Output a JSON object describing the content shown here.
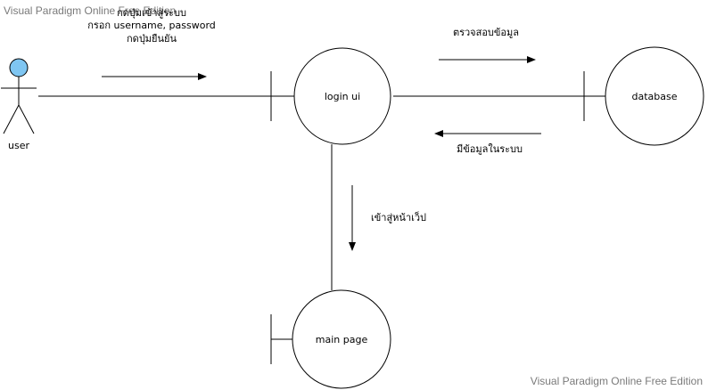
{
  "watermark": {
    "top": "Visual Paradigm Online Free Edition",
    "bottom": "Visual Paradigm Online Free Edition"
  },
  "actor": {
    "name": "user",
    "head_color": "#7fc6f2"
  },
  "boundaries": {
    "login_ui": "login ui",
    "database": "database",
    "main_page": "main page"
  },
  "messages": {
    "user_to_login": [
      "กดปุ่มเข้าสู่ระบบ",
      "กรอก username, password",
      "กดปุ่มยืนยัน"
    ],
    "login_to_db": "ตรวจสอบข้อมูล",
    "db_to_login": "มีข้อมูลในระบบ",
    "login_to_main": "เข้าสู่หน้าเว็ป"
  }
}
